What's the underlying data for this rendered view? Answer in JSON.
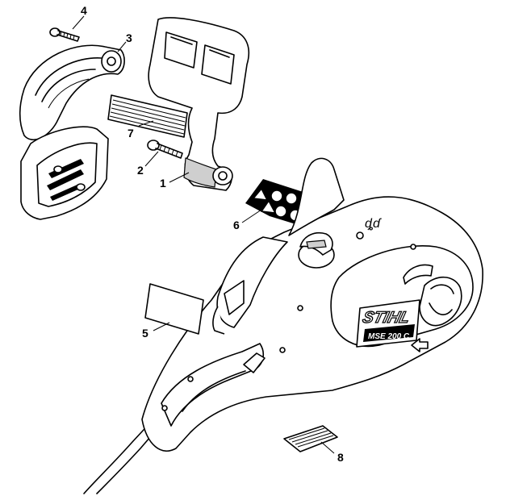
{
  "callouts": [
    {
      "id": "1",
      "label": "1"
    },
    {
      "id": "2",
      "label": "2"
    },
    {
      "id": "3",
      "label": "3"
    },
    {
      "id": "4",
      "label": "4"
    },
    {
      "id": "5",
      "label": "5"
    },
    {
      "id": "6",
      "label": "6"
    },
    {
      "id": "7",
      "label": "7"
    },
    {
      "id": "8",
      "label": "8"
    }
  ],
  "saw": {
    "brand": "STIHL",
    "model": "MSE 200 C"
  }
}
